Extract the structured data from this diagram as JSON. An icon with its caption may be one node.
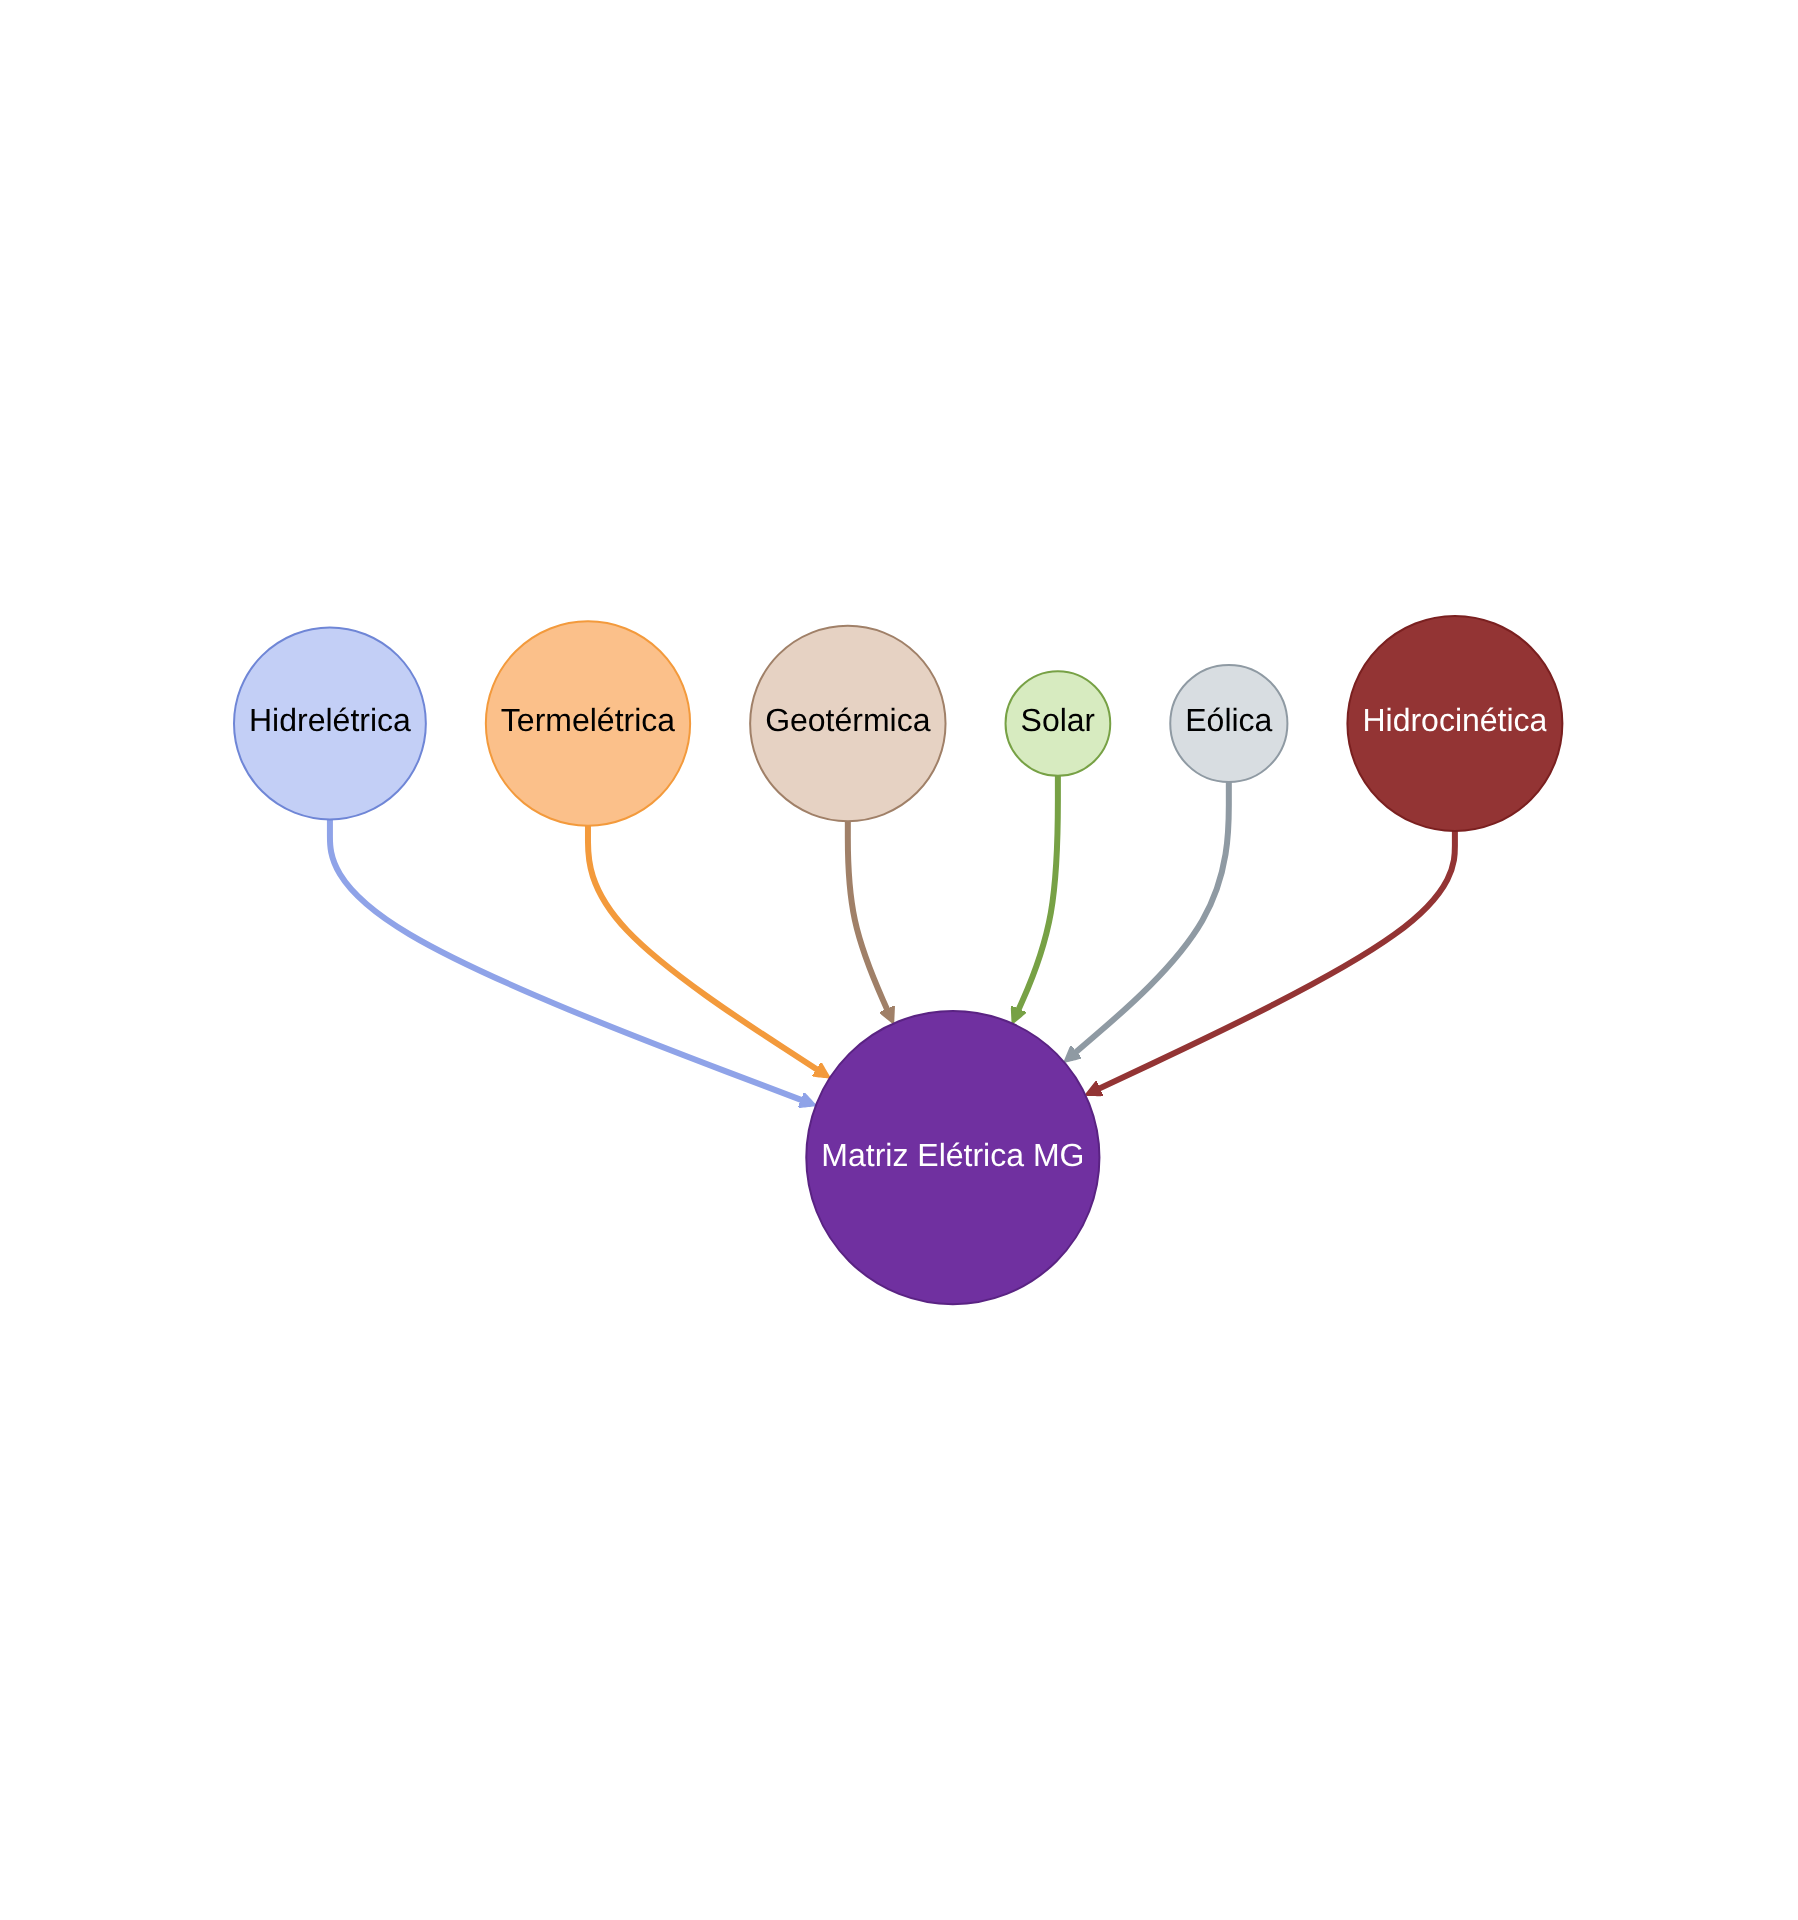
{
  "diagram": {
    "nodes": [
      {
        "text": [
          "Matriz Elétrica MG"
        ]
      },
      {
        "text": [
          "Hidrelétrica"
        ]
      },
      {
        "text": [
          "Termelétrica"
        ]
      },
      {
        "text": [
          "Geotérmica"
        ]
      },
      {
        "text": [
          "Solar"
        ]
      },
      {
        "text": [
          "Eólica"
        ]
      },
      {
        "text": [
          "Hidrocinética"
        ]
      }
    ],
    "edges": [
      {
        "from": 1,
        "to": 0,
        "arrow": "to",
        "color": "#8fa3e8"
      },
      {
        "from": 2,
        "to": 0,
        "arrow": "to",
        "color": "#f39a3c"
      },
      {
        "from": 3,
        "to": 0,
        "arrow": "to",
        "color": "#a08068"
      },
      {
        "from": 4,
        "to": 0,
        "arrow": "to",
        "color": "#77a145"
      },
      {
        "from": 5,
        "to": 0,
        "arrow": "to",
        "color": "#8f9aa3"
      },
      {
        "from": 6,
        "to": 0,
        "arrow": "to",
        "color": "#933434"
      }
    ]
  }
}
